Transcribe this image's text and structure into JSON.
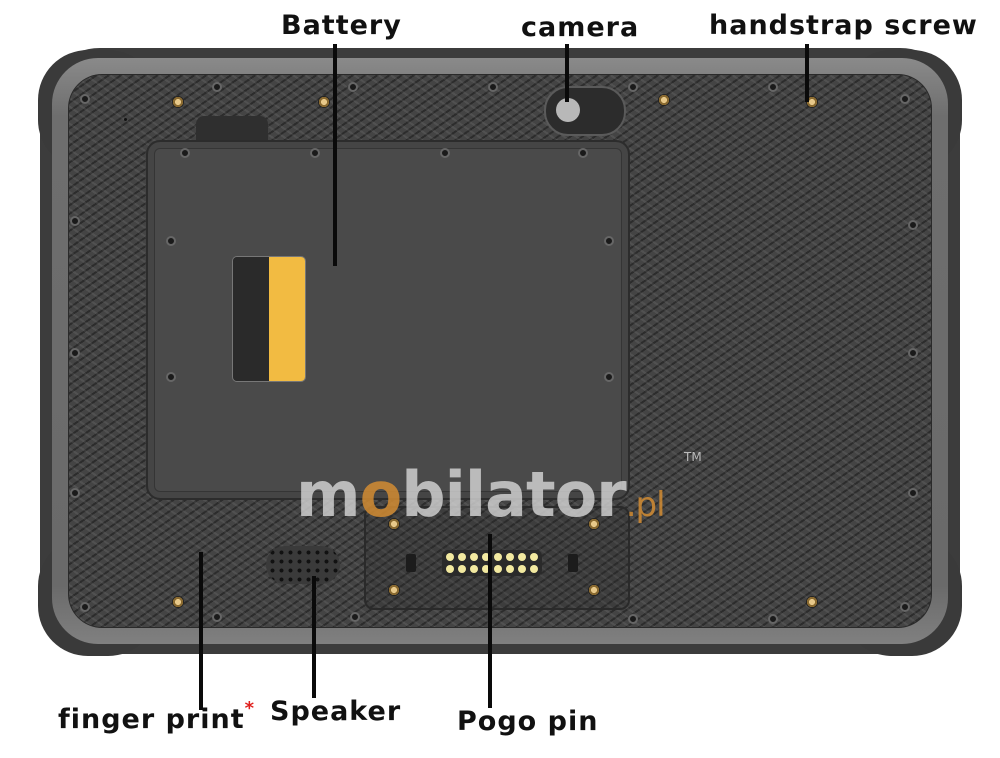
{
  "diagram": {
    "subject": "Rugged tablet back panel",
    "labels": {
      "battery": "Battery",
      "camera": "camera",
      "handstrap_screw": "handstrap screw",
      "finger_print": "finger print",
      "finger_print_note": "*",
      "speaker": "Speaker",
      "pogo_pin": "Pogo pin"
    },
    "watermark": {
      "brand_prefix": "m",
      "brand_o": "o",
      "brand_rest": "bilator",
      "brand_suffix": ".pl",
      "trademark": "TM"
    },
    "colors": {
      "label_text": "#111111",
      "asterisk": "#e0201d",
      "sim_yellow": "#f2bb42",
      "brand_orange": "#d28c32",
      "pogo_pins": "#f2e9a0"
    }
  }
}
